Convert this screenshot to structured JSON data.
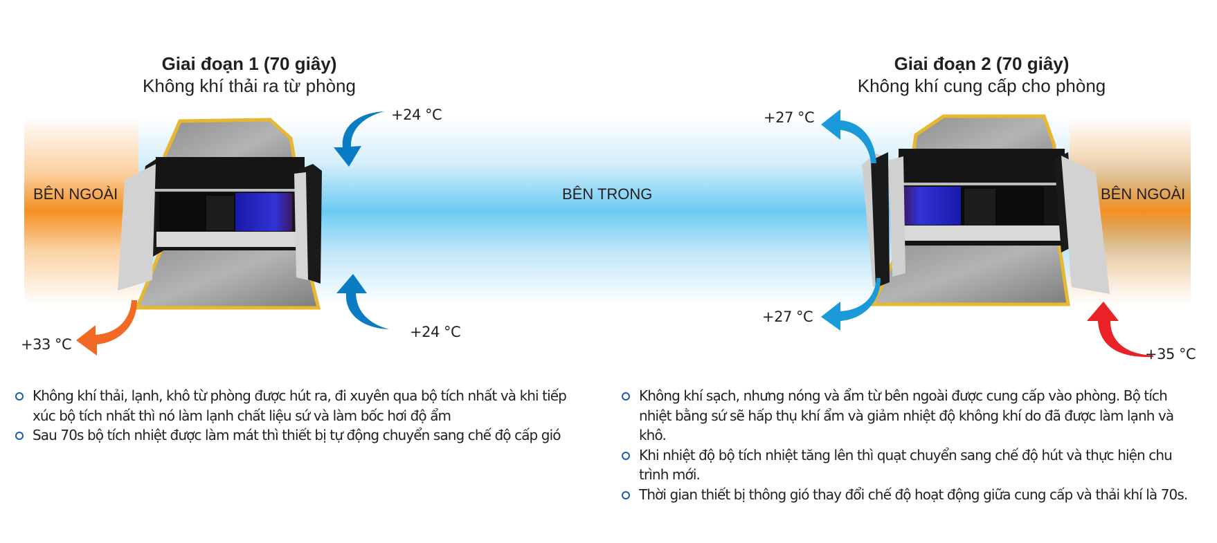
{
  "stage1": {
    "title": "Giai đoạn 1 (70 giây)",
    "subtitle": "Không khí thải ra từ phòng",
    "outside_label": "BÊN NGOÀI",
    "temps": {
      "top_in": "+24 °C",
      "bottom_in": "+24 °C",
      "out": "+33 °C"
    },
    "bullets": [
      "Không khí thải, lạnh,  khô từ phòng được hút ra, đi xuyên qua bộ tích nhất và khi tiếp xúc bộ tích nhất thì nó làm lạnh chất liệu sứ và làm bốc hơi độ ẩm",
      "Sau 70s bộ tích nhiệt được làm mát thì thiết bị tự động chuyển sang chế độ cấp gió"
    ]
  },
  "center": {
    "inside_label": "BÊN TRONG"
  },
  "stage2": {
    "title": "Giai đoạn 2 (70 giây)",
    "subtitle": "Không khí cung cấp cho phòng",
    "outside_label": "BÊN NGOÀI",
    "temps": {
      "top_out": "+27 °C",
      "bottom_out": "+27 °C",
      "in": "+35 °C"
    },
    "bullets": [
      "Không khí sạch, nhưng nóng và ẩm từ bên ngoài được cung cấp vào phòng. Bộ tích nhiệt bằng sứ sẽ hấp thụ khí ẩm và giảm nhiệt độ không khí do đã được làm lạnh và khô.",
      "Khi nhiệt độ bộ tích nhiệt tăng lên thì quạt chuyển sang chế độ hút và thực hiện chu trình mới.",
      "Thời gian thiết bị thông gió thay đổi chế độ hoạt động giữa cung cấp và thải khí là 70s."
    ]
  },
  "colors": {
    "cold_arrow": "#0a7cc4",
    "cold_arrow_light": "#1a9ad8",
    "hot_arrow_out": "#f06a24",
    "hot_arrow_in": "#e82226",
    "outside_band": "#f39022",
    "inside_band": "#6ccbf2",
    "bullet": "#1f5aa6",
    "duct_edge": "#e8b730"
  }
}
